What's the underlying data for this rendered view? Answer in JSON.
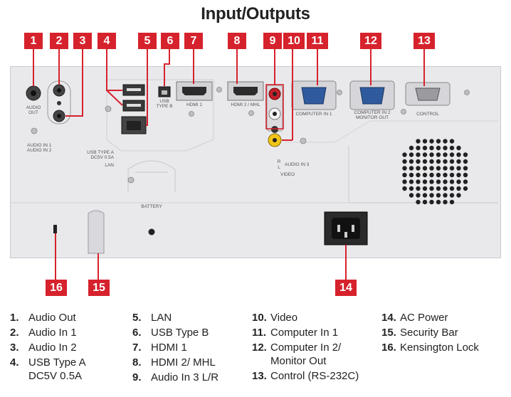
{
  "title": "Input/Outputs",
  "callouts": [
    "1",
    "2",
    "3",
    "4",
    "5",
    "6",
    "7",
    "8",
    "9",
    "10",
    "11",
    "12",
    "13",
    "14",
    "15",
    "16"
  ],
  "panel_labels": {
    "audio_out": "AUDIO\nOUT",
    "audio_in": "AUDIO IN 1\nAUDIO IN 2",
    "usb_a": "USB TYPE A\nDC5V 0.5A",
    "lan": "LAN",
    "usb_b": "USB\nTYPE B",
    "hdmi1": "HDMI 1",
    "hdmi2": "HDMI 2 / MHL",
    "computer_in1": "COMPUTER IN 1",
    "computer_in2": "COMPUTER IN 2\nMONITOR OUT",
    "control": "CONTROL",
    "battery": "BATTERY",
    "audio_in3_r": "R",
    "audio_in3_l": "L",
    "audio_in3": "AUDIO IN 3",
    "video": "VIDEO"
  },
  "legend": [
    [
      {
        "num": "1.",
        "text": "Audio Out"
      },
      {
        "num": "2.",
        "text": "Audio In 1"
      },
      {
        "num": "3.",
        "text": "Audio In 2"
      },
      {
        "num": "4.",
        "text": "USB Type A\nDC5V 0.5A"
      }
    ],
    [
      {
        "num": "5.",
        "text": "LAN"
      },
      {
        "num": "6.",
        "text": "USB Type B"
      },
      {
        "num": "7.",
        "text": "HDMI 1"
      },
      {
        "num": "8.",
        "text": "HDMI 2/ MHL"
      },
      {
        "num": "9.",
        "text": "Audio In 3 L/R"
      }
    ],
    [
      {
        "num": "10.",
        "text": "Video"
      },
      {
        "num": "11.",
        "text": "Computer In 1"
      },
      {
        "num": "12.",
        "text": "Computer In 2/\nMonitor Out"
      },
      {
        "num": "13.",
        "text": "Control (RS-232C)"
      }
    ],
    [
      {
        "num": "14.",
        "text": "AC Power"
      },
      {
        "num": "15.",
        "text": "Security Bar"
      },
      {
        "num": "16.",
        "text": "Kensington Lock"
      }
    ]
  ],
  "colors": {
    "callout": "#d6222c",
    "panel": "#e9e9ec",
    "port_dark": "#333333",
    "vga_blue": "#2f5b9e",
    "rca_red": "#c0202a",
    "rca_yellow": "#f0c419"
  }
}
